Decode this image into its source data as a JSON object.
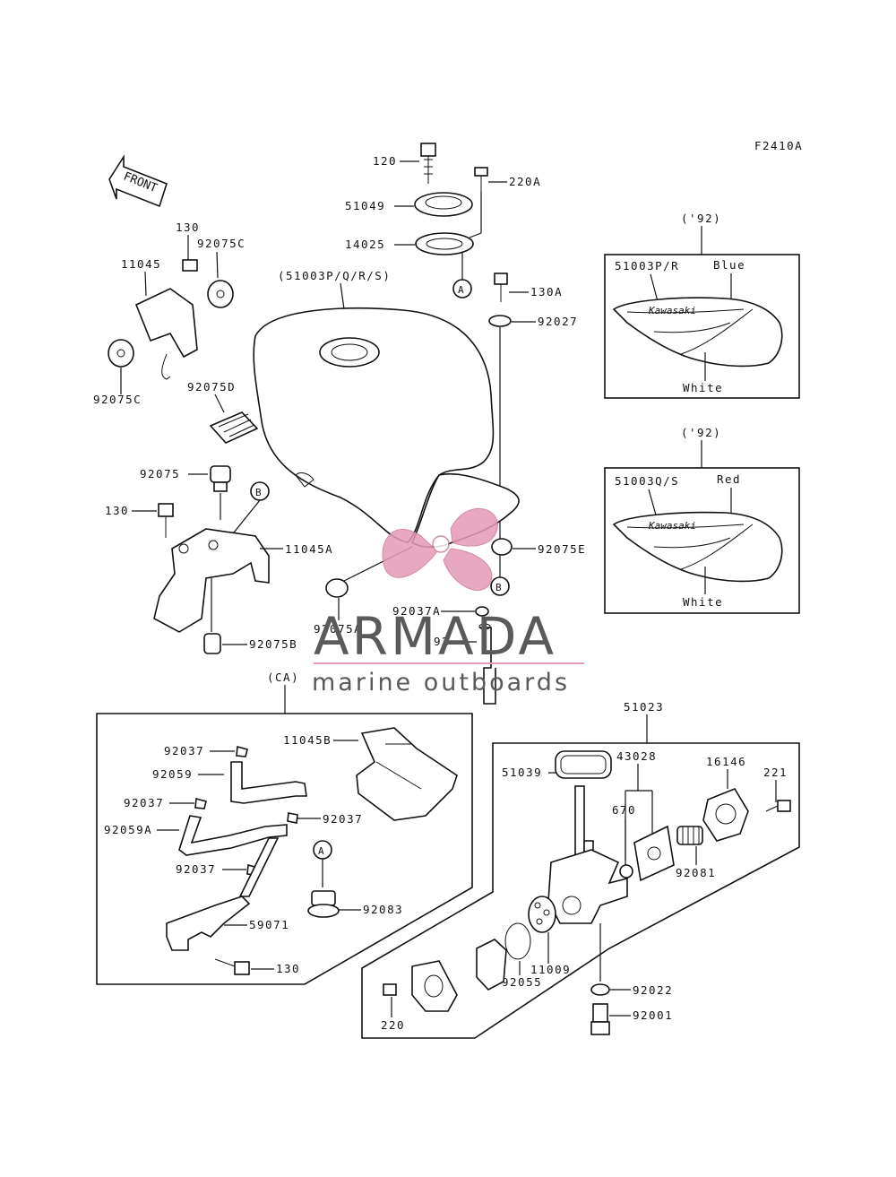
{
  "figure_code": "F2410A",
  "front_label": "FRONT",
  "variant_labels": {
    "top_panel_year": "('92)",
    "bottom_panel_year": "('92)",
    "ca_group": "(CA)"
  },
  "tank_label": "(51003P/Q/R/S)",
  "tank_top_panel": {
    "part": "51003P/R",
    "color1": "Blue",
    "color2": "White",
    "brand": "Kawasaki"
  },
  "tank_bottom_panel": {
    "part": "51003Q/S",
    "color1": "Red",
    "color2": "White",
    "brand": "Kawasaki"
  },
  "callouts": {
    "c120": "120",
    "c220A": "220A",
    "c51049": "51049",
    "c14025": "14025",
    "c130A": "130A",
    "c92027": "92027",
    "c130_top": "130",
    "c92075C_top": "92075C",
    "c11045": "11045",
    "c92075C_bot": "92075C",
    "c92075D": "92075D",
    "c92075": "92075",
    "c130_mid": "130",
    "c11045A": "11045A",
    "c92075E": "92075E",
    "c92075A": "92075A",
    "c92037A": "92037A",
    "c92_": "92",
    "c92075B": "92075B",
    "c92037_1": "92037",
    "c11045B": "11045B",
    "c92059": "92059",
    "c92037_2": "92037",
    "c92037_3": "92037",
    "c92059A": "92059A",
    "c92037_4": "92037",
    "c92083": "92083",
    "c59071": "59071",
    "c130_ca": "130",
    "c51023": "51023",
    "c43028": "43028",
    "c16146": "16146",
    "c51039": "51039",
    "c221": "221",
    "c670": "670",
    "c92081": "92081",
    "c11009": "11009",
    "c92055": "92055",
    "c92022": "92022",
    "c92001": "92001",
    "c220": "220"
  },
  "ref_marks": {
    "a1": "A",
    "a2": "A",
    "b1": "B",
    "b2": "B"
  },
  "watermark": {
    "title": "ARMADA",
    "subtitle": "marine outboards",
    "accent": "#e59ab8"
  }
}
